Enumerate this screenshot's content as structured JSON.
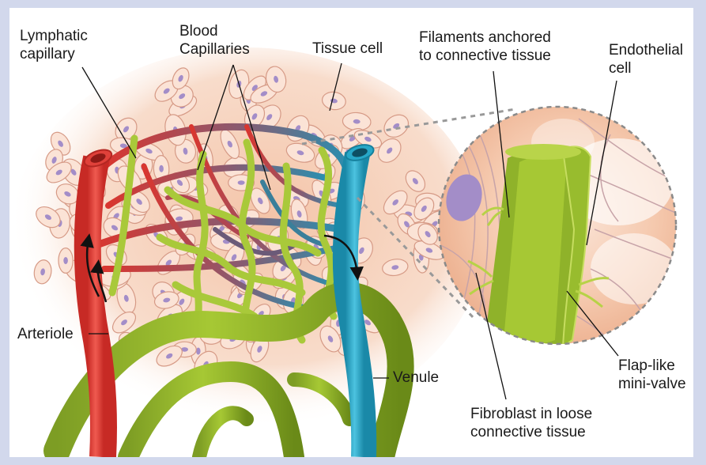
{
  "labels": {
    "lymphatic_capillary": [
      "Lymphatic",
      "capillary"
    ],
    "blood_capillaries": [
      "Blood",
      "Capillaries"
    ],
    "tissue_cell": "Tissue cell",
    "filaments": [
      "Filaments anchored",
      "to connective tissue"
    ],
    "endothelial_cell": [
      "Endothelial",
      "cell"
    ],
    "arteriole": "Arteriole",
    "venule": "Venule",
    "flap_valve": [
      "Flap-like",
      "mini-valve"
    ],
    "fibroblast": [
      "Fibroblast in loose",
      "connective tissue"
    ]
  },
  "colors": {
    "page_background": "#d2d8ec",
    "panel": "#ffffff",
    "tissue": "#f6d2bd",
    "cell": "#fbe3d6",
    "cell_outline": "#d69a86",
    "nucleus": "#a38dc8",
    "arteriole": "#e0413a",
    "venule": "#27a8c8",
    "lymphatic": "#a9c93a",
    "lymphatic_dark": "#6f8f1f"
  },
  "icons": [
    "flow-arrow-icon",
    "zoom-circle-icon"
  ]
}
